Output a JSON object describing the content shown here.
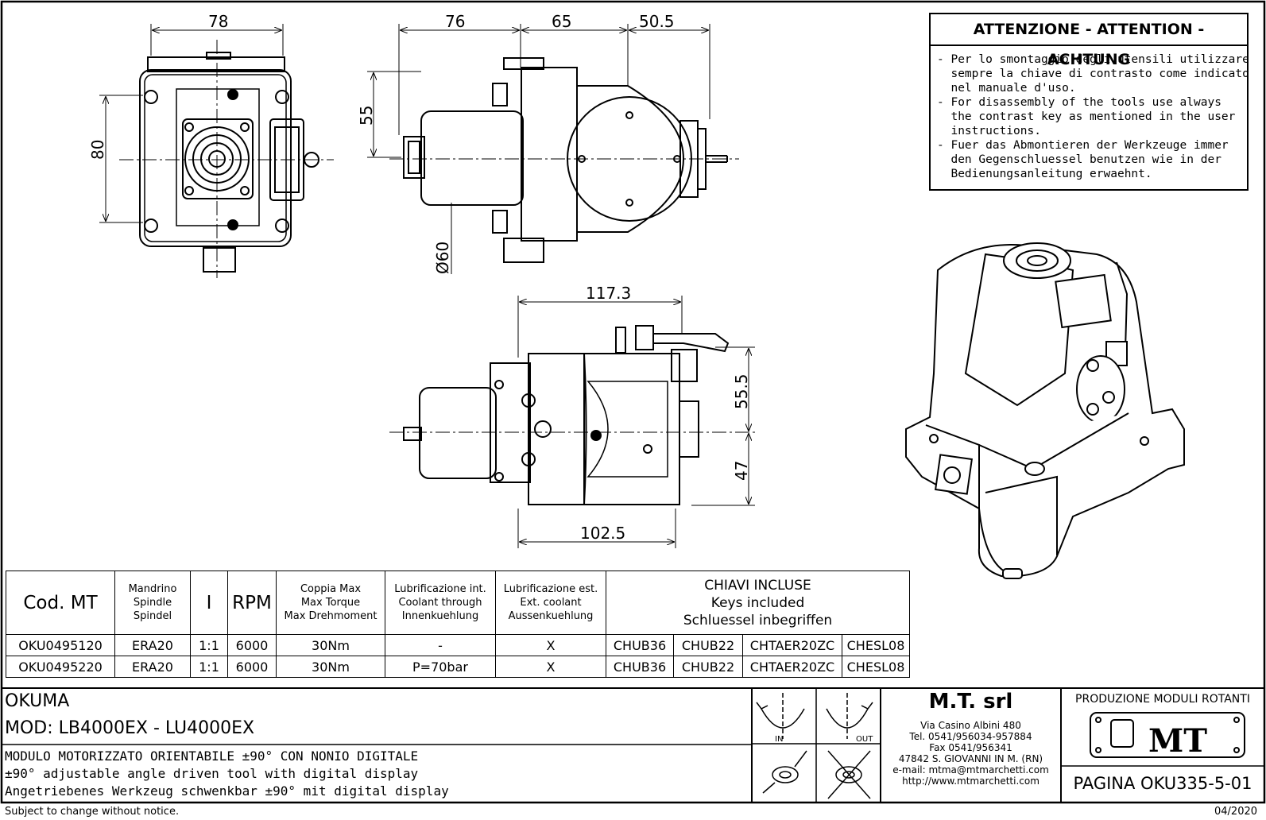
{
  "warning": {
    "title": "ATTENZIONE - ATTENTION - ACHTUNG",
    "lines": [
      "- Per lo smontaggio degli utensili utilizzare",
      "  sempre la chiave di contrasto come indicato",
      "  nel manuale d'uso.",
      "- For disassembly of the tools use always",
      "  the contrast key as mentioned in the user",
      "  instructions.",
      "- Fuer das Abmontieren der Werkzeuge immer",
      "  den Gegenschluessel benutzen wie in der",
      "  Bedienungsanleitung erwaehnt."
    ]
  },
  "dimensions": {
    "front_width": "78",
    "front_height": "80",
    "side_a": "76",
    "side_b": "65",
    "side_c": "50.5",
    "side_height": "55",
    "diameter": "Ø60",
    "top_width": "117.3",
    "top_bottom": "102.5",
    "top_upper": "55.5",
    "top_lower": "47"
  },
  "table": {
    "headers": {
      "cod": "Cod. MT",
      "spindle": [
        "Mandrino",
        "Spindle",
        "Spindel"
      ],
      "ratio": "I",
      "rpm": "RPM",
      "torque": [
        "Coppia Max",
        "Max Torque",
        "Max Drehmoment"
      ],
      "int_lub": [
        "Lubrificazione int.",
        "Coolant through",
        "Innenkuehlung"
      ],
      "ext_lub": [
        "Lubrificazione est.",
        "Ext. coolant",
        "Aussenkuehlung"
      ],
      "keys": [
        "CHIAVI INCLUSE",
        "Keys included",
        "Schluessel inbegriffen"
      ]
    },
    "rows": [
      {
        "cod": "OKU0495120",
        "spindle": "ERA20",
        "ratio": "1:1",
        "rpm": "6000",
        "torque": "30Nm",
        "int_lub": "-",
        "ext_lub": "X",
        "keys": [
          "CHUB36",
          "CHUB22",
          "CHTAER20ZC",
          "CHESL08"
        ]
      },
      {
        "cod": "OKU0495220",
        "spindle": "ERA20",
        "ratio": "1:1",
        "rpm": "6000",
        "torque": "30Nm",
        "int_lub": "P=70bar",
        "ext_lub": "X",
        "keys": [
          "CHUB36",
          "CHUB22",
          "CHTAER20ZC",
          "CHESL08"
        ]
      }
    ]
  },
  "title_block": {
    "machine": "OKUMA",
    "model": "MOD: LB4000EX - LU4000EX",
    "desc_it": "MODULO MOTORIZZATO ORIENTABILE ±90° CON NONIO DIGITALE",
    "desc_en": "±90° adjustable angle driven tool with digital display",
    "desc_de": "Angetriebenes Werkzeug schwenkbar ±90° mit digital display",
    "rot_in": "IN",
    "rot_out": "OUT"
  },
  "company": {
    "name": "M.T. srl",
    "address": "Via Casino Albini 480",
    "tel": "Tel. 0541/956034-957884",
    "fax": "Fax 0541/956341",
    "city": "47842 S. GIOVANNI IN M. (RN)",
    "email": "e-mail: mtma@mtmarchetti.com",
    "web": "http://www.mtmarchetti.com"
  },
  "production": {
    "label": "PRODUZIONE MODULI ROTANTI",
    "logo_text": "MT",
    "page": "PAGINA OKU335-5-01"
  },
  "footer": {
    "notice": "Subject to change without notice.",
    "date": "04/2020"
  }
}
